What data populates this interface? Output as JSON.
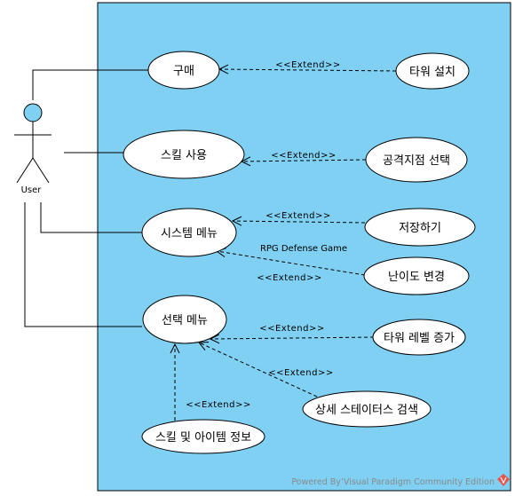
{
  "diagram": {
    "system_name": "RPG Defense Game",
    "actor": {
      "name": "User"
    },
    "extend_label": "<<Extend>>",
    "use_cases": {
      "purchase": "구매",
      "use_skill": "스킬 사용",
      "system_menu": "시스템 메뉴",
      "select_menu": "선택 메뉴",
      "skill_item_info": "스킬 및 아이템 정보",
      "install_tower": "타워 설치",
      "select_attack_point": "공격지점 선택",
      "save": "저장하기",
      "change_difficulty": "난이도 변경",
      "tower_level_up": "타워 레벨 증가",
      "status_search": "상세 스테이터스 검색"
    },
    "colors": {
      "system_fill": "#7fd0f2",
      "use_case_fill": "#ffffff",
      "actor_head_fill": "#7fd0f2",
      "stroke": "#000000"
    }
  },
  "footer": {
    "text": "Powered By’Visual Paradigm Community Edition"
  }
}
